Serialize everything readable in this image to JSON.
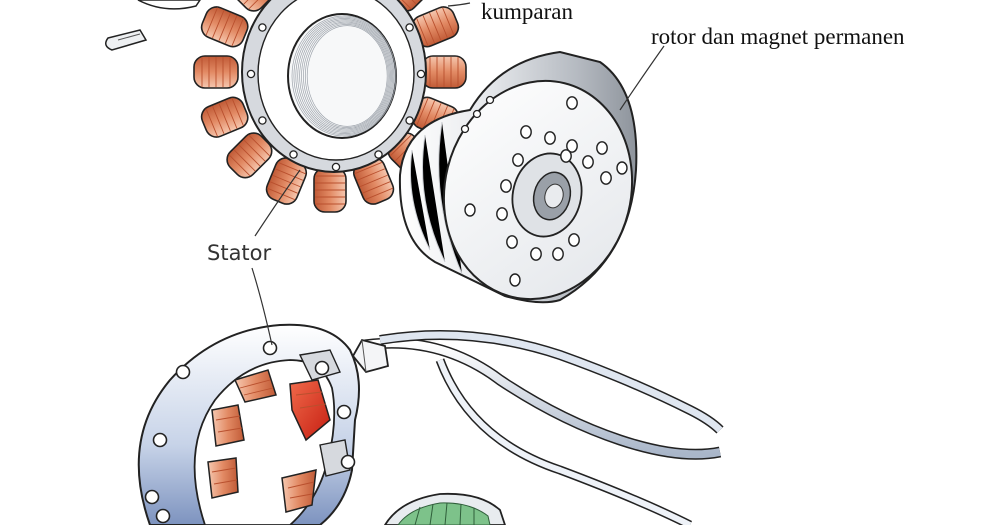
{
  "labels": {
    "kumparan": "kumparan",
    "rotor": "rotor dan magnet permanen",
    "stator": "Stator"
  },
  "colors": {
    "coil_light": "#f2b79b",
    "coil_mid": "#e0805a",
    "coil_dark": "#b9502e",
    "coil_red": "#d8321e",
    "metal_light": "#ffffff",
    "metal_mid": "#d6d9de",
    "metal_dark": "#9aa0a8",
    "metal_blue": "#8fa6cf",
    "wire": "#b8c4d4",
    "winding_green": "#7dc28a",
    "outline": "#222222"
  }
}
